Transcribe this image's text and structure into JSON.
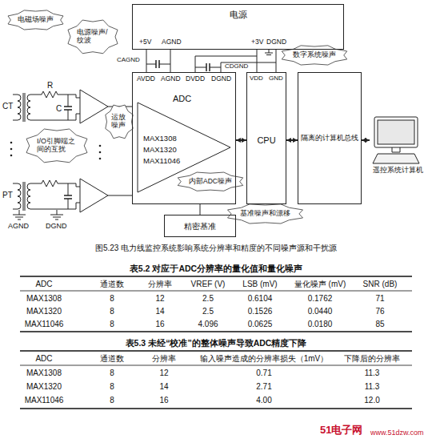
{
  "diagram": {
    "caption": "图5.23 电力线监控系统影响系统分辨率和精度的不同噪声源和干扰源",
    "nodes": [
      {
        "text": [
          "电源",
          "+5V",
          "AGND",
          "+3V",
          "DGND"
        ]
      },
      {
        "text": [
          "AVDD",
          "AGND",
          "DVDD",
          "DGND",
          "ADC",
          "MAX1308",
          "MAX1320",
          "MAX11046"
        ]
      },
      {
        "text": [
          "VDD",
          "GND",
          "CPU"
        ]
      },
      {
        "text": [
          "隔离的计算机总线"
        ]
      },
      {
        "text": [
          "遥控系统计算机"
        ]
      },
      {
        "text": [
          "精密基准"
        ]
      }
    ],
    "edges": [
      {
        "from": 0,
        "to": 1,
        "arrow": "none"
      },
      {
        "from": 0,
        "to": 2,
        "arrow": "none"
      },
      {
        "from": 1,
        "to": 2,
        "arrow": "both"
      },
      {
        "from": 2,
        "to": 3,
        "arrow": "both"
      },
      {
        "from": 3,
        "to": 4,
        "arrow": "both"
      },
      {
        "from": 5,
        "to": 1,
        "arrow": "none"
      }
    ],
    "labels": [
      "电磁场噪声",
      "电源噪声/纹波",
      "CAGND",
      "CDGND",
      "数字系统噪声",
      "CT",
      "R",
      "C",
      "运放噪声",
      "I/O引脚端之间的互扰",
      "PT",
      "内部ADC噪声",
      "基准噪声和漂移",
      "AGND",
      "DGND",
      "表5.2 对应于ADC分辨率的量化值和量化噪声",
      "ADC",
      "通道数",
      "分辨率",
      "VREF (V)",
      "LSB (mV)",
      "量化噪声 (mV)",
      "SNR (dB)",
      "MAX1308",
      "8",
      "12",
      "2.5",
      "0.6104",
      "0.1762",
      "71",
      "MAX1320",
      "8",
      "14",
      "2.5",
      "0.1526",
      "0.0440",
      "76",
      "MAX11046",
      "8",
      "16",
      "4.096",
      "0.0625",
      "0.0180",
      "85",
      "表5.3 未经“校准”的整体噪声导致ADC精度下降",
      "ADC",
      "通道数",
      "分辨率",
      "输入噪声造成的分辨率损失（1mV）",
      "下降后的分辨率",
      "MAX1308",
      "8",
      "12",
      "0.71",
      "11.3",
      "MAX1320",
      "8",
      "14",
      "2.71",
      "11.3",
      "MAX11046",
      "8",
      "16",
      "4.00",
      "12.0",
      "51电子网",
      "www.51dzw.com"
    ]
  }
}
